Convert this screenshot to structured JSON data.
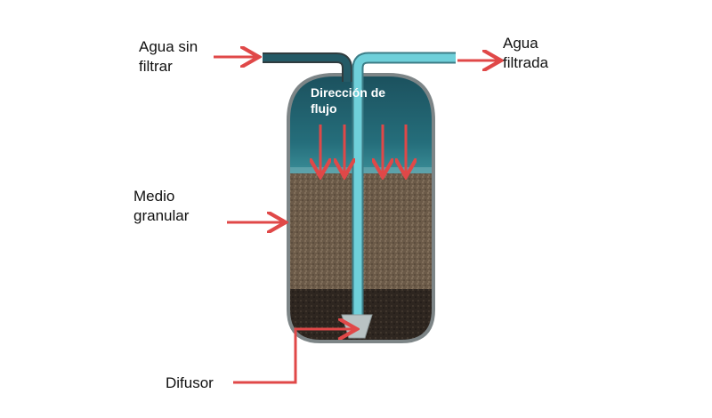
{
  "labels": {
    "inlet_line1": "Agua sin",
    "inlet_line2": "filtrar",
    "outlet_line1": "Agua",
    "outlet_line2": "filtrada",
    "flow_line1": "Dirección de",
    "flow_line2": "flujo",
    "media_line1": "Medio",
    "media_line2": "granular",
    "diffuser": "Difusor"
  },
  "colors": {
    "arrow": "#e04848",
    "water": "#1f5f6c",
    "pipe": "#5cc7d2",
    "sand": "#6b5a48",
    "gravel": "#2e2620",
    "tank_wall": "#8a9092"
  }
}
